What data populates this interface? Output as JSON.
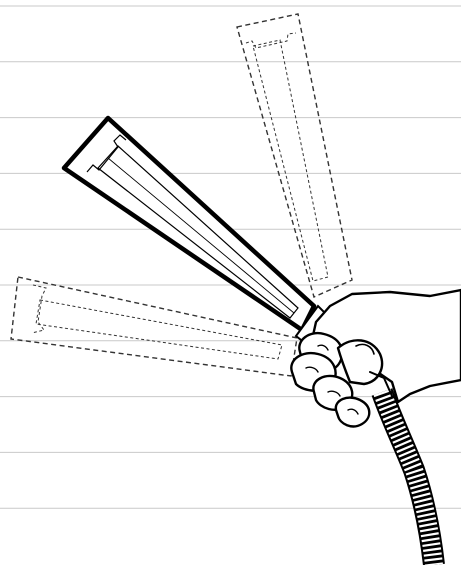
{
  "illustration": {
    "subject": "hand-held-uv-wand-swing-motion",
    "colors": {
      "background": "#ffffff",
      "ruled_lines": "#c9c9c9",
      "ink": "#000000",
      "ghost_ink": "#333333"
    },
    "positions": [
      {
        "name": "ghost-position-upright",
        "style": "dashed"
      },
      {
        "name": "active-position-diagonal",
        "style": "solid"
      },
      {
        "name": "ghost-position-horizontal",
        "style": "dashed"
      }
    ],
    "ruled_line_count": 10
  }
}
